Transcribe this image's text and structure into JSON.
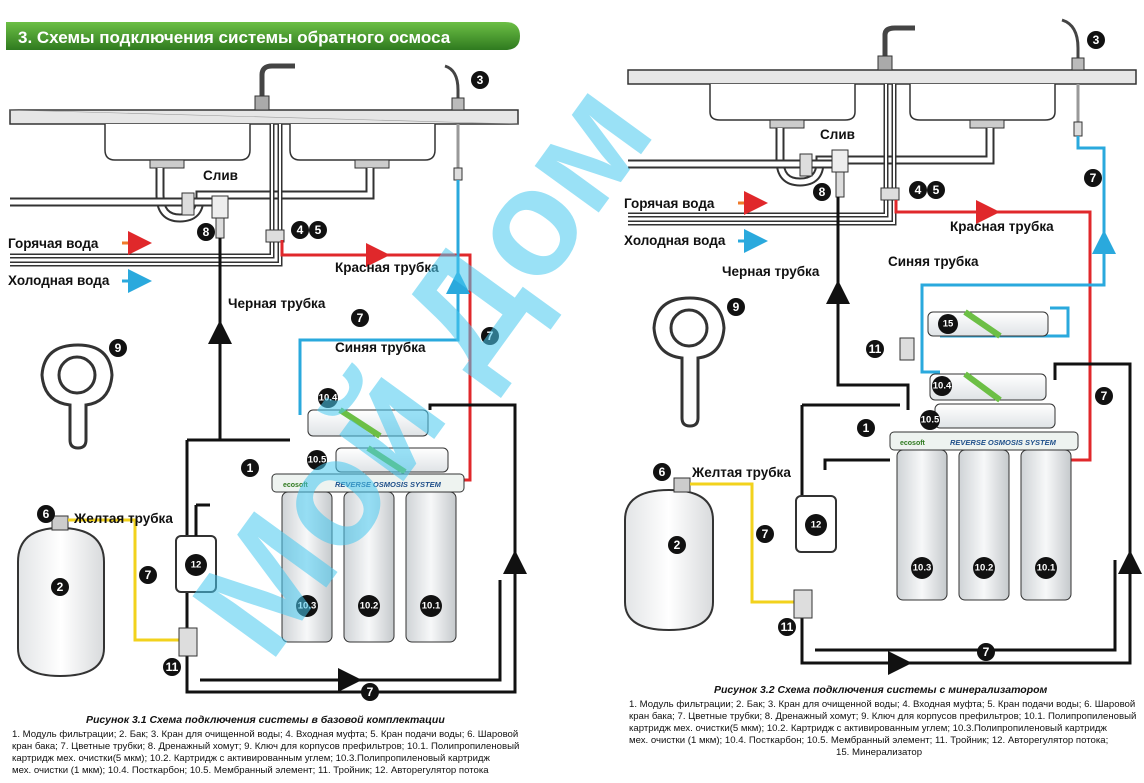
{
  "header": {
    "title": "3. Схемы подключения системы обратного осмоса"
  },
  "watermark": "Мой Дом",
  "colors": {
    "header_green": "#3f8f2a",
    "red_tube": "#e0282b",
    "blue_tube": "#2aa9dd",
    "yellow_tube": "#f2d21c",
    "black_tube": "#111111",
    "hot_arrow": "#f07b2b",
    "cold_arrow": "#2aa9dd",
    "watermark": "#48c9f0"
  },
  "labels": {
    "drain": "Слив",
    "hot_water": "Горячая вода",
    "cold_water": "Холодная вода",
    "red_tube": "Красная трубка",
    "black_tube": "Черная трубка",
    "blue_tube": "Синяя трубка",
    "yellow_tube": "Желтая трубка"
  },
  "badges": {
    "n1": "1",
    "n2": "2",
    "n3": "3",
    "n45": "4 5",
    "n6": "6",
    "n7": "7",
    "n8": "8",
    "n9": "9",
    "n11": "11",
    "n12": "12",
    "n15": "15",
    "n101": "10.1",
    "n102": "10.2",
    "n103": "10.3",
    "n104": "10.4",
    "n105": "10.5"
  },
  "module_text": {
    "brand": "ecosoft",
    "system": "REVERSE OSMOSIS SYSTEM"
  },
  "figure1": {
    "title": "Рисунок 3.1 Схема подключения системы в базовой комплектации",
    "lines": [
      "1. Модуль фильтрации; 2. Бак; 3. Кран для очищенной воды; 4. Входная муфта; 5. Кран подачи воды; 6. Шаровой",
      "кран бака; 7. Цветные трубки; 8. Дренажный хомут; 9. Ключ для корпусов префильтров; 10.1. Полипропиленовый",
      "картридж мех. очистки(5 мкм); 10.2. Картридж с активированным углем; 10.3.Полипропиленовый картридж",
      "мех. очистки (1 мкм); 10.4. Посткарбон; 10.5. Мембранный элемент; 11. Тройник; 12. Авторегулятор потока"
    ]
  },
  "figure2": {
    "title": "Рисунок 3.2 Схема подключения системы с минерализатором",
    "lines": [
      "1. Модуль фильтрации; 2. Бак; 3. Кран для очищенной воды; 4. Входная муфта; 5. Кран подачи воды; 6. Шаровой",
      "кран бака; 7. Цветные трубки; 8. Дренажный хомут; 9. Ключ для корпусов префильтров; 10.1. Полипропиленовый",
      "картридж мех. очистки(5 мкм); 10.2. Картридж с активированным углем; 10.3.Полипропиленовый картридж",
      "мех. очистки (1 мкм); 10.4. Посткарбон; 10.5. Мембранный элемент; 11. Тройник; 12. Авторегулятор потока;",
      "15. Минерализатор"
    ]
  }
}
